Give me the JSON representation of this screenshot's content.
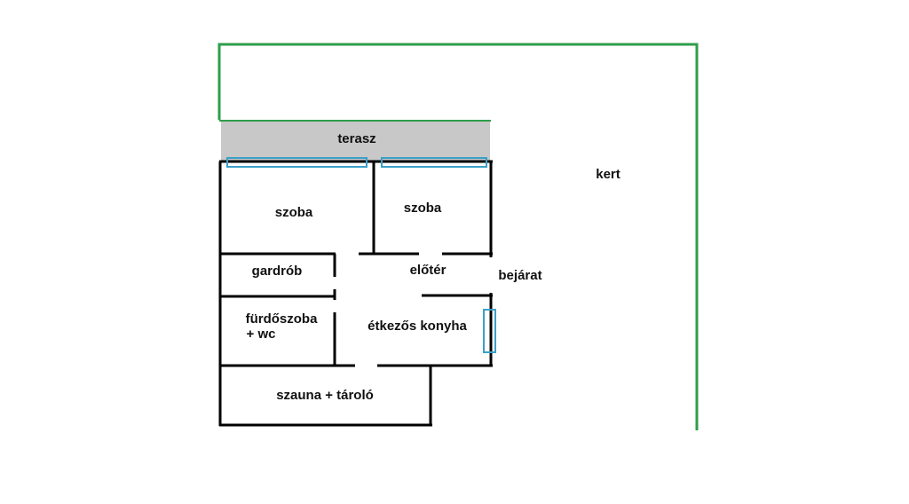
{
  "colors": {
    "wall": "#000000",
    "garden_border": "#2e9e4a",
    "terrace_fill": "#c8c8c8",
    "window": "#3aa0c8",
    "background": "#ffffff"
  },
  "labels": {
    "terrace": "terasz",
    "garden": "kert",
    "room_left": "szoba",
    "room_right": "szoba",
    "wardrobe": "gardrób",
    "hallway": "előtér",
    "entrance": "bejárat",
    "bathroom_line1": "fürdőszoba",
    "bathroom_line2": "+ wc",
    "kitchen": "étkezős konyha",
    "sauna": "szauna + tároló"
  }
}
